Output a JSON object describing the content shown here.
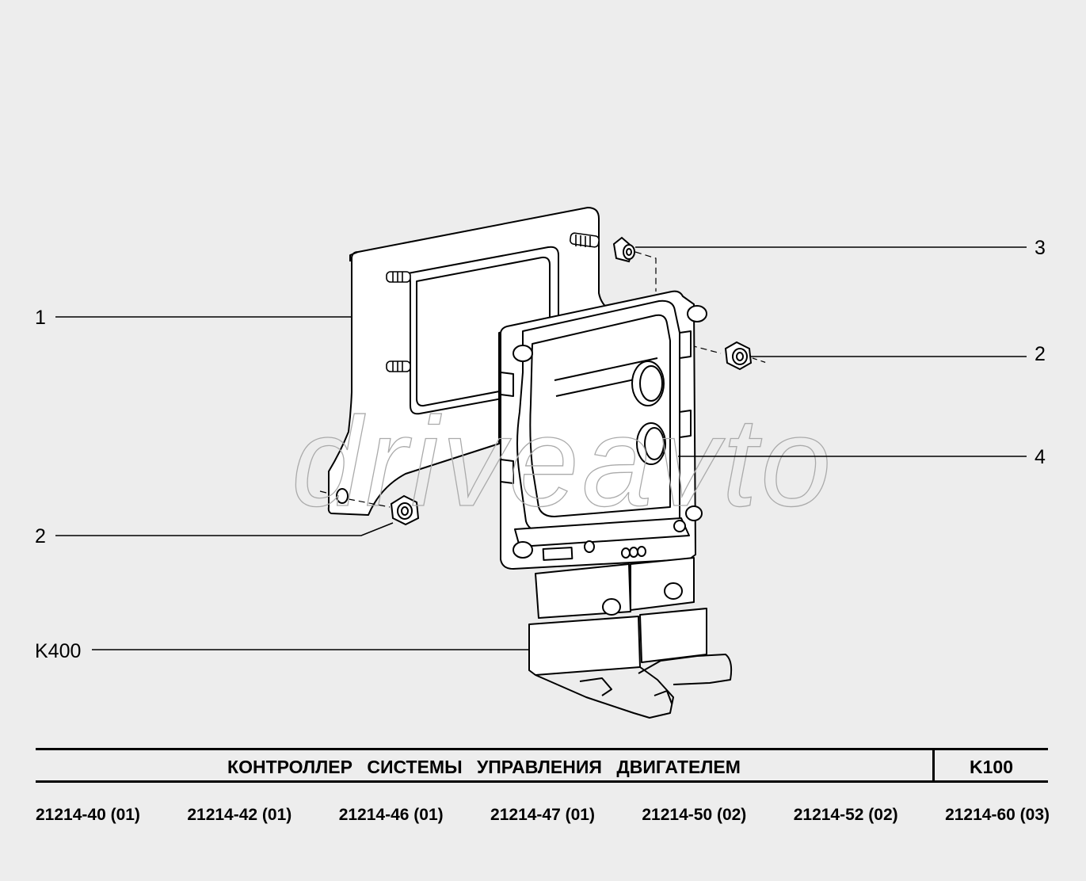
{
  "callouts": [
    {
      "id": "1",
      "label": "1"
    },
    {
      "id": "2-left",
      "label": "2"
    },
    {
      "id": "2-right",
      "label": "2"
    },
    {
      "id": "3",
      "label": "3"
    },
    {
      "id": "4",
      "label": "4"
    },
    {
      "id": "k400",
      "label": "K400"
    }
  ],
  "watermark": "driveavto",
  "title": {
    "text": "КОНТРОЛЛЕР СИСТЕМЫ УПРАВЛЕНИЯ ДВИГАТЕЛЕМ",
    "code": "K100"
  },
  "models": [
    "21214-40 (01)",
    "21214-42 (01)",
    "21214-46 (01)",
    "21214-47 (01)",
    "21214-50 (02)",
    "21214-52 (02)",
    "21214-60 (03)"
  ]
}
